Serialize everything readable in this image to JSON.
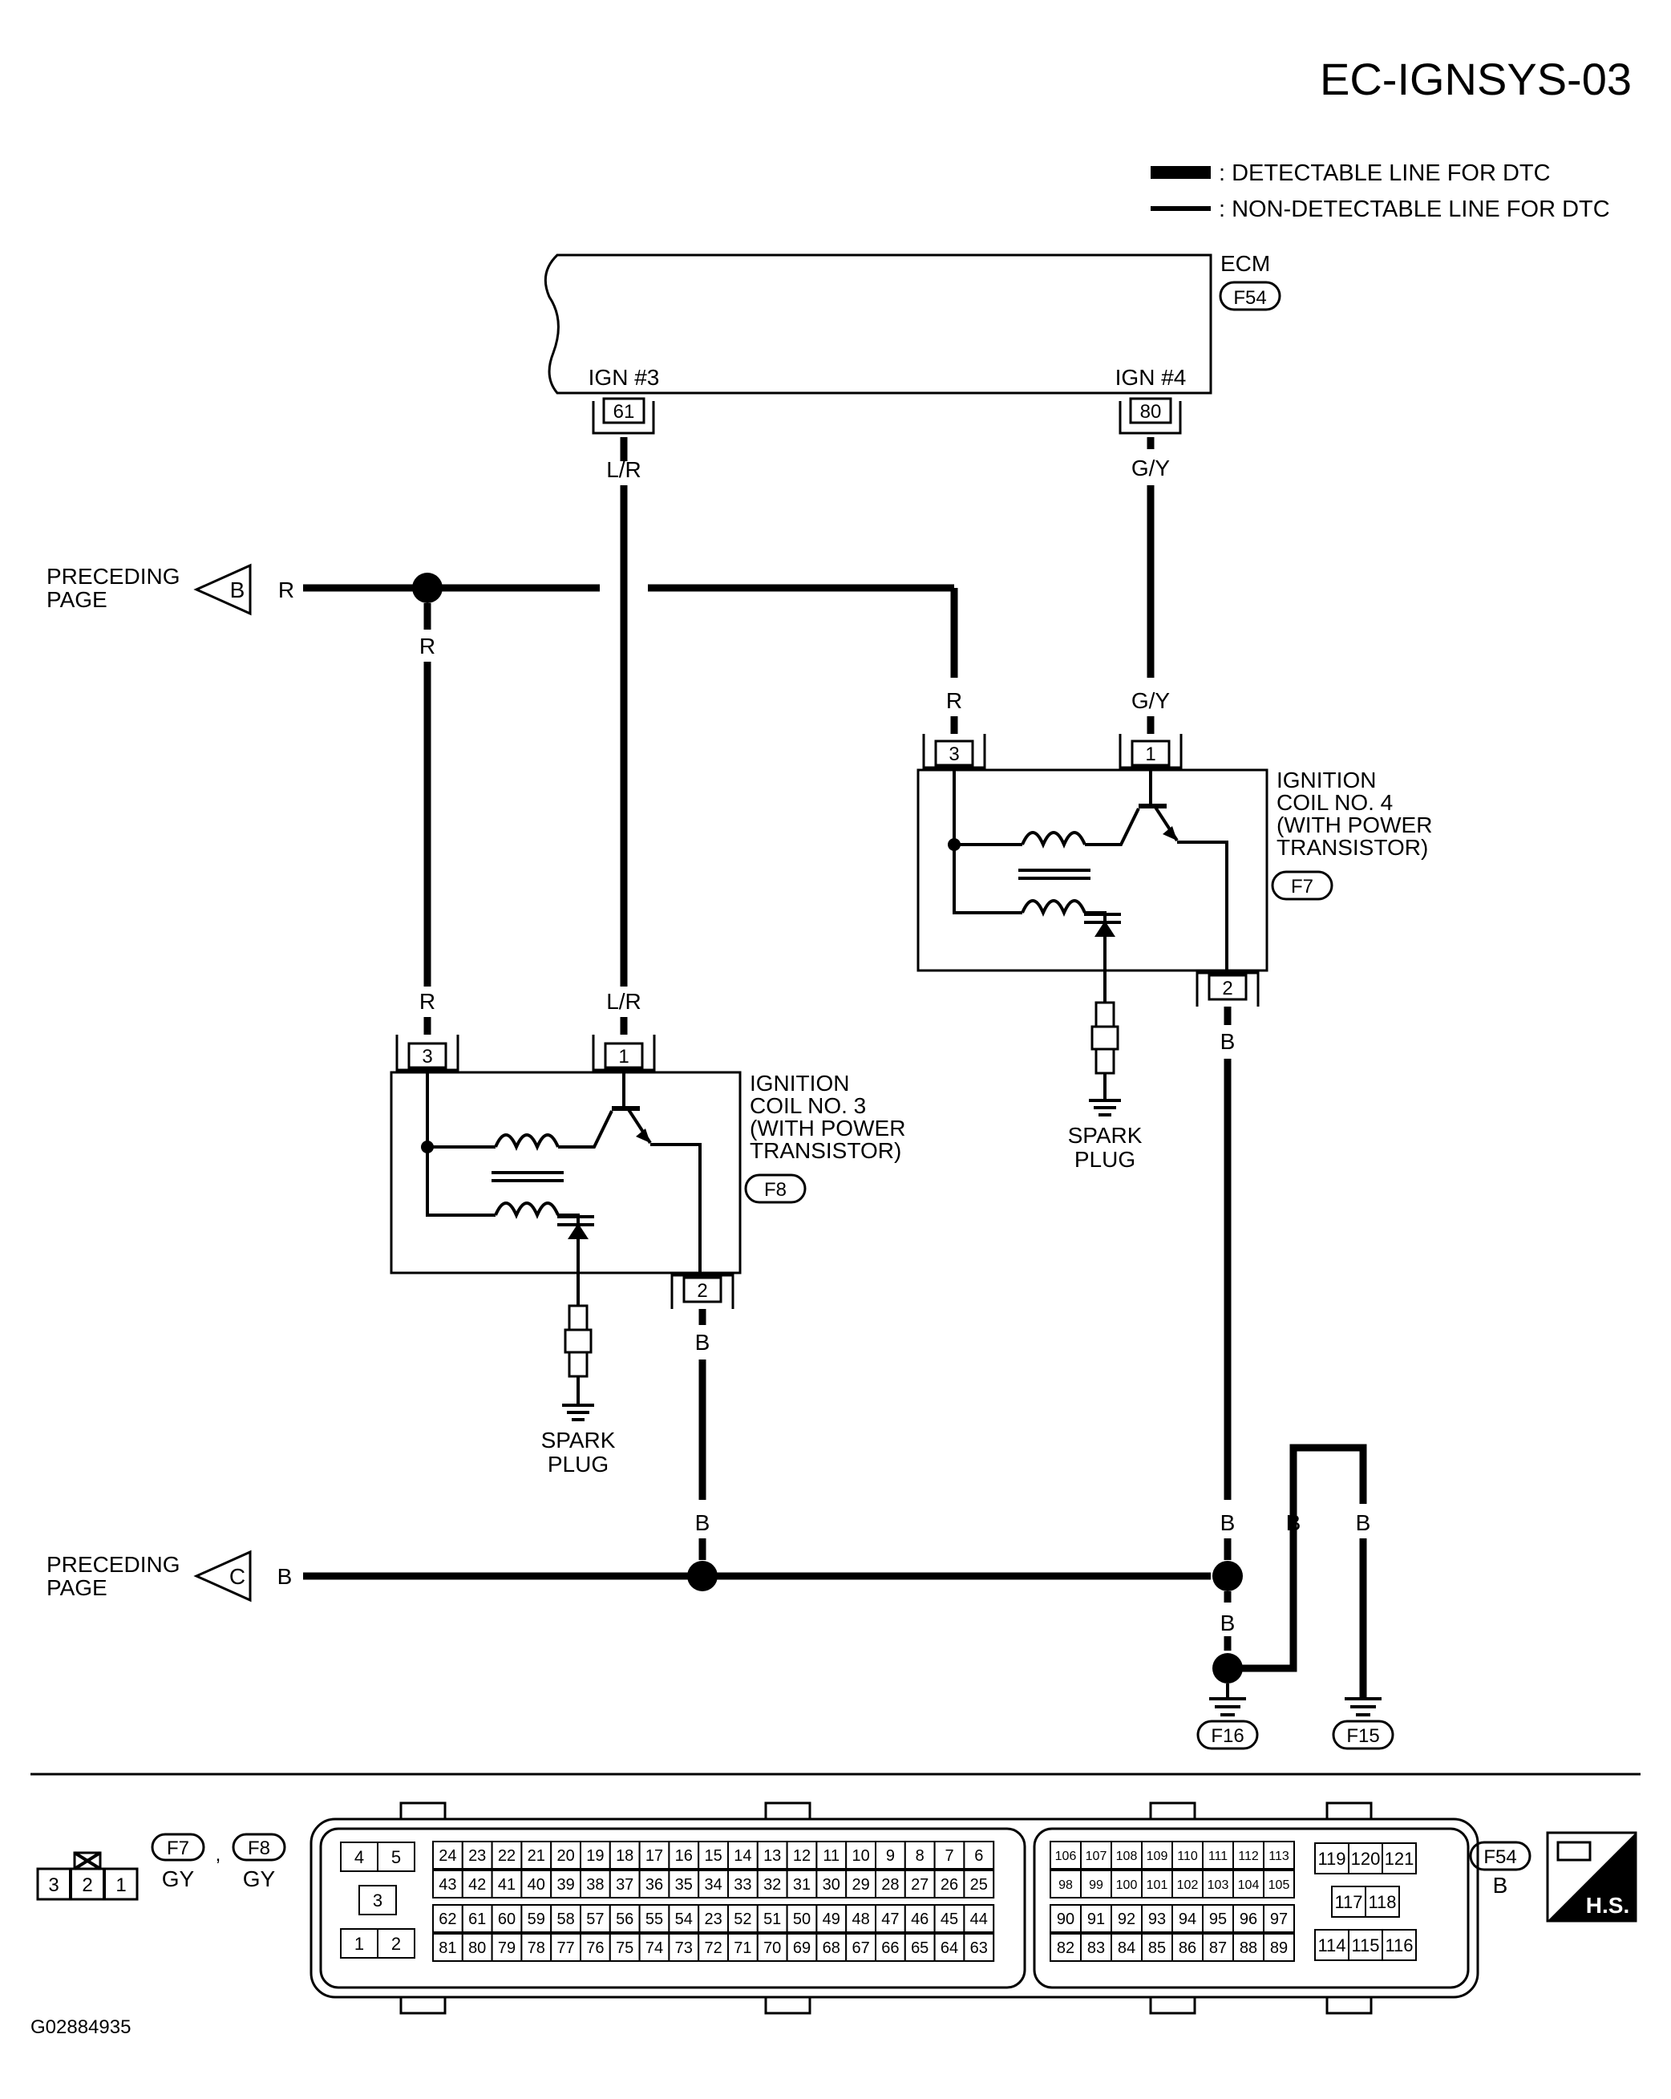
{
  "page_code": "EC-IGNSYS-03",
  "figure_id": "G02884935",
  "legend": {
    "detectable": ": DETECTABLE LINE FOR DTC",
    "non_detectable": ": NON-DETECTABLE LINE FOR DTC"
  },
  "ecm": {
    "name": "ECM",
    "connector": "F54",
    "pin_ign3_label": "IGN #3",
    "pin_ign3_no": "61",
    "pin_ign4_label": "IGN #4",
    "pin_ign4_no": "80"
  },
  "wire_colors": {
    "lr": "L/R",
    "gy": "G/Y",
    "r": "R",
    "b": "B"
  },
  "preceding_b": {
    "line1": "PRECEDING",
    "line2": "PAGE",
    "marker": "B"
  },
  "preceding_c": {
    "line1": "PRECEDING",
    "line2": "PAGE",
    "marker": "C"
  },
  "coil3": {
    "line1": "IGNITION",
    "line2": "COIL NO. 3",
    "line3": "(WITH POWER",
    "line4": "TRANSISTOR)",
    "connector": "F8",
    "pin_r": "3",
    "pin_sig": "1",
    "pin_gnd": "2"
  },
  "coil4": {
    "line1": "IGNITION",
    "line2": "COIL NO. 4",
    "line3": "(WITH POWER",
    "line4": "TRANSISTOR)",
    "connector": "F7",
    "pin_r": "3",
    "pin_sig": "1",
    "pin_gnd": "2"
  },
  "spark_plug": {
    "line1": "SPARK",
    "line2": "PLUG"
  },
  "grounds": {
    "g1": "F16",
    "g2": "F15"
  },
  "connector_legend": {
    "coil_conn_pins": [
      "3",
      "2",
      "1"
    ],
    "f7": "F7",
    "sep": ",",
    "f8": "F8",
    "f7_color": "GY",
    "f8_color": "GY",
    "ecm_conn": "F54",
    "ecm_color": "B",
    "hs_label": "H.S.",
    "ecm_pins_small": [
      "4",
      "5",
      "3",
      "1",
      "2"
    ],
    "ecm_row1": [
      "24",
      "23",
      "22",
      "21",
      "20",
      "19",
      "18",
      "17",
      "16",
      "15",
      "14",
      "13",
      "12",
      "11",
      "10",
      "9",
      "8",
      "7",
      "6"
    ],
    "ecm_row2": [
      "43",
      "42",
      "41",
      "40",
      "39",
      "38",
      "37",
      "36",
      "35",
      "34",
      "33",
      "32",
      "31",
      "30",
      "29",
      "28",
      "27",
      "26",
      "25"
    ],
    "ecm_row3": [
      "62",
      "61",
      "60",
      "59",
      "58",
      "57",
      "56",
      "55",
      "54",
      "23",
      "52",
      "51",
      "50",
      "49",
      "48",
      "47",
      "46",
      "45",
      "44"
    ],
    "ecm_row4": [
      "81",
      "80",
      "79",
      "78",
      "77",
      "76",
      "75",
      "74",
      "73",
      "72",
      "71",
      "70",
      "69",
      "68",
      "67",
      "66",
      "65",
      "64",
      "63"
    ],
    "ecm_mid_row1": [
      "106",
      "107",
      "108",
      "109",
      "110",
      "111",
      "112",
      "113"
    ],
    "ecm_mid_row2": [
      "98",
      "99",
      "100",
      "101",
      "102",
      "103",
      "104",
      "105"
    ],
    "ecm_mid_row3": [
      "90",
      "91",
      "92",
      "93",
      "94",
      "95",
      "96",
      "97"
    ],
    "ecm_mid_row4": [
      "82",
      "83",
      "84",
      "85",
      "86",
      "87",
      "88",
      "89"
    ],
    "ecm_right_row1": [
      "119",
      "120",
      "121"
    ],
    "ecm_right_row2": [
      "117",
      "118"
    ],
    "ecm_right_row3": [
      "114",
      "115",
      "116"
    ]
  }
}
